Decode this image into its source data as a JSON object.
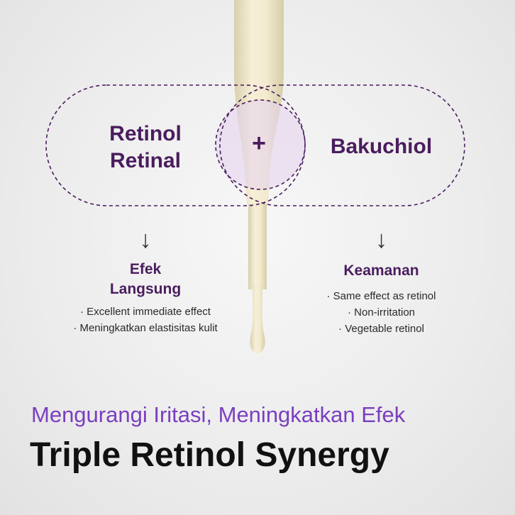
{
  "left_group": {
    "line1": "Retinol",
    "line2": "Retinal"
  },
  "plus": "+",
  "right_group": {
    "label": "Bakuchiol"
  },
  "left_column": {
    "arrow": "↓",
    "heading_line1": "Efek",
    "heading_line2": "Langsung",
    "bullets": [
      "· Excellent immediate effect",
      "· Meningkatkan elastisitas kulit"
    ]
  },
  "right_column": {
    "arrow": "↓",
    "heading": "Keamanan",
    "bullets": [
      "· Same effect as retinol",
      "· Non-irritation",
      "· Vegetable retinol"
    ]
  },
  "subtitle": "Mengurangi Iritasi, Meningkatkan Efek",
  "title": "Triple Retinol Synergy",
  "colors": {
    "accent_dark": "#4a1d5e",
    "accent_purple": "#7a3fbf",
    "dropper": "#efe6c6",
    "overlap_fill": "#e6d7ef"
  }
}
